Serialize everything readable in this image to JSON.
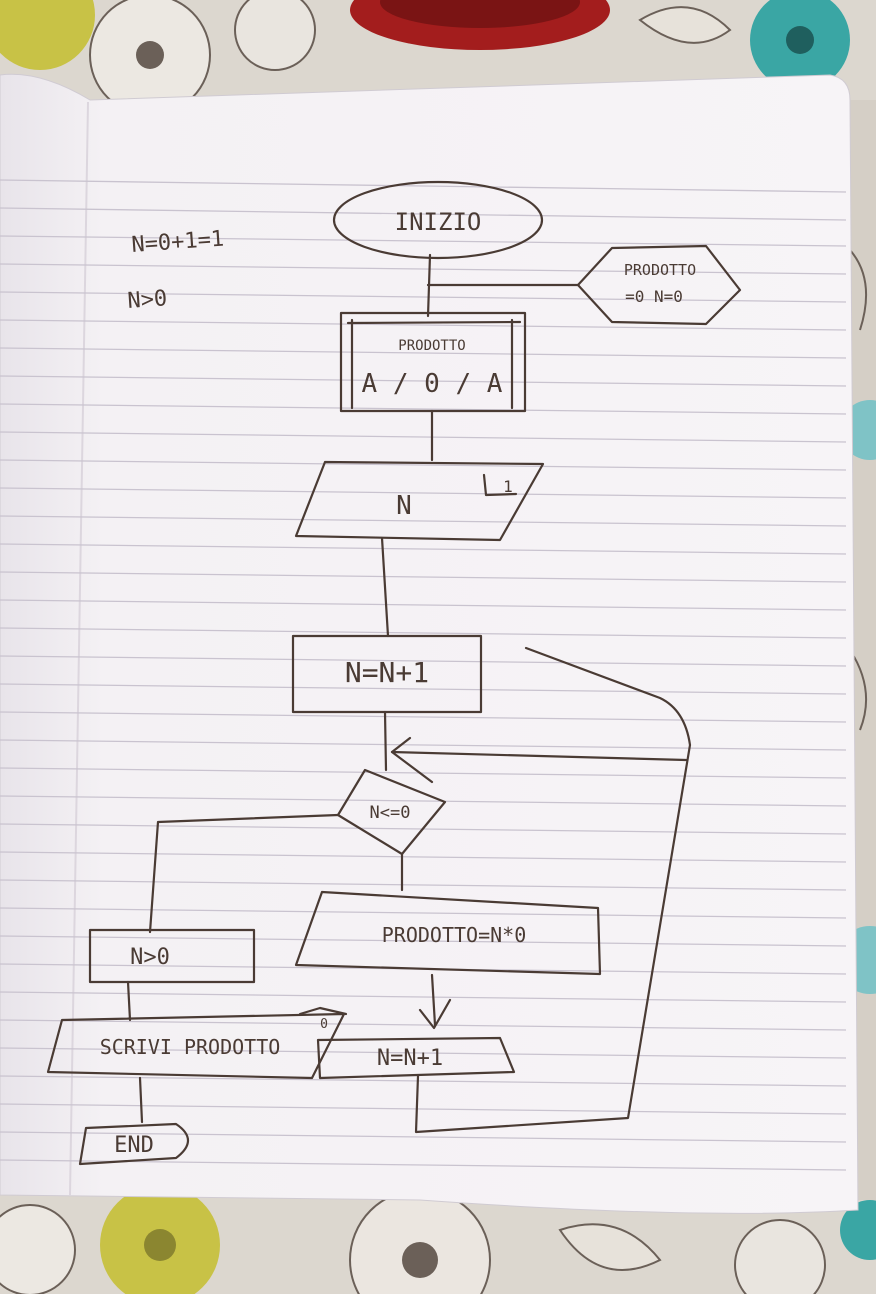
{
  "notes": {
    "line1": "N=0+1=1",
    "line2": "N>0"
  },
  "flowchart": {
    "start_label": "INIZIO",
    "init_label_1": "PRODOTTO",
    "init_label_2": "=0  N=0",
    "declare_label_1": "PRODOTTO",
    "declare_label_2": "A / 0 / A",
    "input_label": "N",
    "input_tag": "1",
    "assign_label": "N=N+1",
    "decision_label": "N<=0",
    "process_label": "PRODOTTO=N*0",
    "increment_label": "N=N+1",
    "condition_label": "N>0",
    "output_label": "SCRIVI PRODOTTO",
    "output_tag": "0",
    "end_label": "END"
  },
  "colors": {
    "ink": "#4a3b34",
    "paper": "#f6f3f6",
    "rule_line": "#c9c3cf",
    "cloth_yellow": "#c8c246",
    "cloth_teal": "#3aa6a4",
    "cup_red": "#a31d1d"
  }
}
